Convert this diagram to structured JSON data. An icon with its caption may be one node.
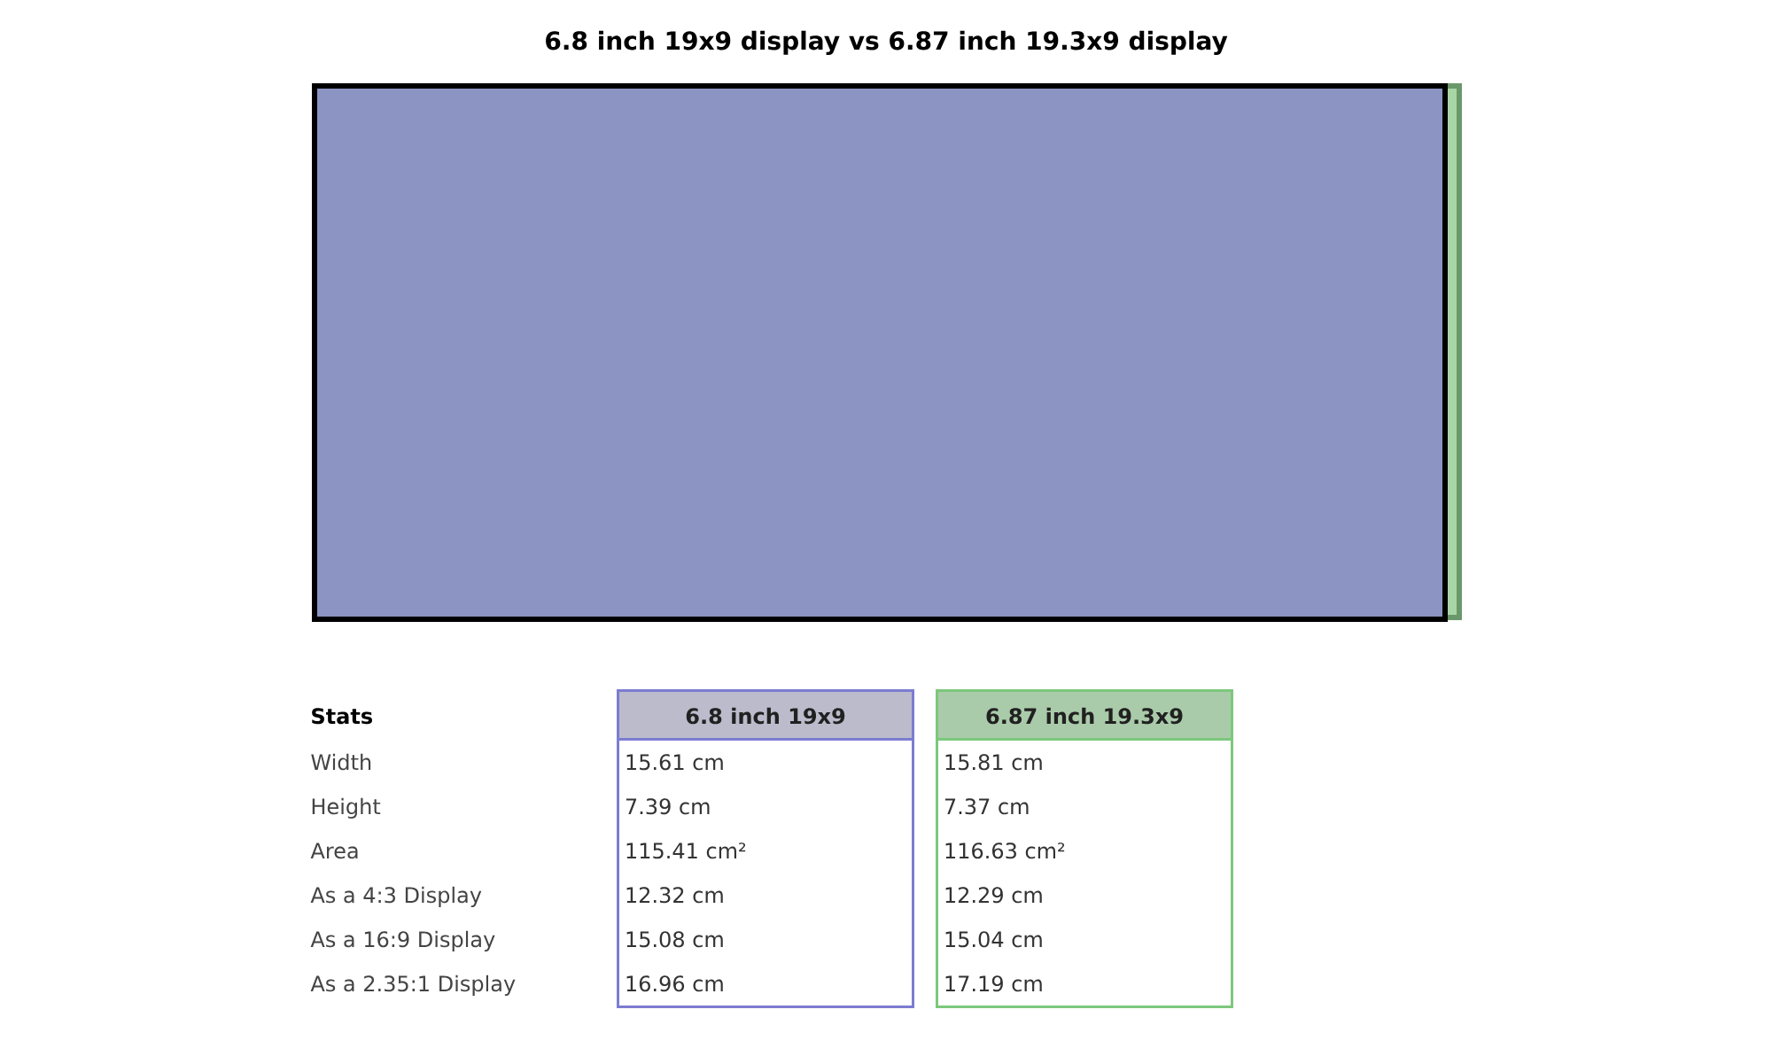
{
  "diagram": {
    "title": "6.8 inch 19x9 display vs 6.87 inch 19.3x9 display",
    "labels": [
      "Stats",
      "6.8 inch 19x9",
      "6.87 inch 19.3x9",
      "Width",
      "15.61 cm",
      "15.81 cm",
      "Height",
      "7.39 cm",
      "7.37 cm",
      "Area",
      "115.41 cm²",
      "116.63 cm²",
      "As a 4:3 Display",
      "12.32 cm",
      "12.29 cm",
      "As a 16:9 Display",
      "15.08 cm",
      "15.04 cm",
      "As a 2.35:1 Display",
      "16.96 cm",
      "17.19 cm"
    ]
  }
}
